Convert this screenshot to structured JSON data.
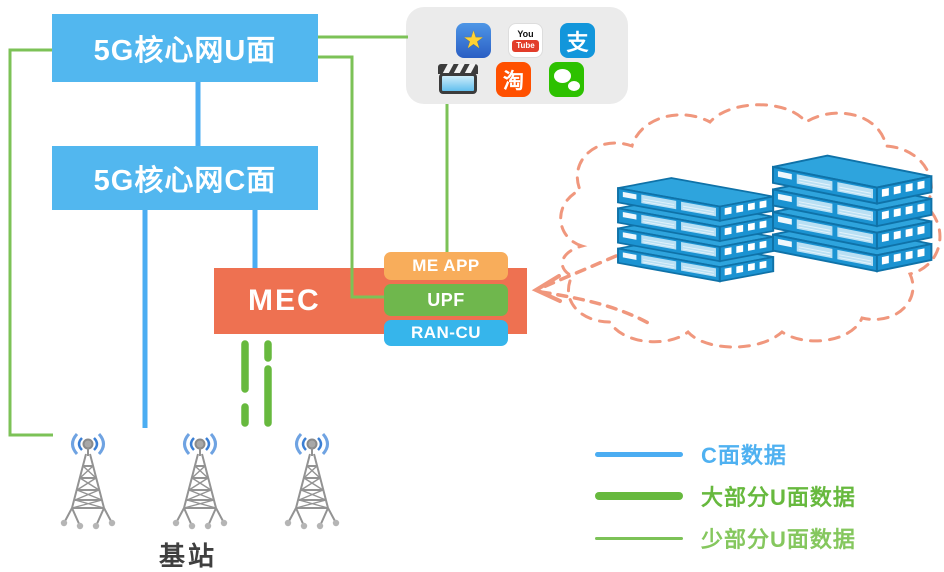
{
  "diagram": {
    "boxes": {
      "core_u": "5G核心网U面",
      "core_c": "5G核心网C面",
      "mec": "MEC",
      "me_app": "ME APP",
      "upf": "UPF",
      "ran_cu": "RAN-CU",
      "base_station": "基站"
    },
    "app_panel": {
      "icons": [
        {
          "name": "star-video-app",
          "glyph": "★"
        },
        {
          "name": "youtube",
          "glyph_top": "You",
          "glyph_bottom": "Tube"
        },
        {
          "name": "alipay",
          "glyph": "支"
        },
        {
          "name": "clapperboard-video",
          "glyph": ""
        },
        {
          "name": "taobao",
          "glyph": "淘"
        },
        {
          "name": "wechat",
          "glyph": ""
        }
      ]
    },
    "legend": [
      {
        "label": "C面数据",
        "color": "#4badf2",
        "weight": "medium"
      },
      {
        "label": "大部分U面数据",
        "color": "#67b93e",
        "weight": "thick"
      },
      {
        "label": "少部分U面数据",
        "color": "#7cc257",
        "weight": "thin"
      }
    ],
    "colors": {
      "core_box_blue": "#52b7ef",
      "mec_orange": "#ee7151",
      "me_app_amber": "#f8ad5b",
      "upf_green": "#6fb74d",
      "ran_cu_blue": "#36b5eb",
      "c_plane_line_blue": "#4badf2",
      "u_plane_major_green": "#67b93e",
      "u_plane_minor_green": "#7cc257",
      "cloud_dash_salmon": "#f0977d",
      "server_blue": "#1b93d2",
      "app_panel_gray": "#ebebeb"
    }
  }
}
